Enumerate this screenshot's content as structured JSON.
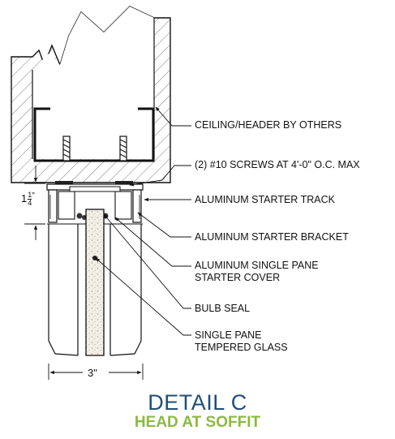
{
  "colors": {
    "line": "#111111",
    "title": "#1f4e79",
    "subtitle": "#8cba3e",
    "glass_fill": "#f5f0e6"
  },
  "callouts": [
    {
      "text": "CEILING/HEADER BY OTHERS"
    },
    {
      "text": "(2) #10 SCREWS AT 4'-0\" O.C. MAX"
    },
    {
      "text": "ALUMINUM STARTER TRACK"
    },
    {
      "text": "ALUMINUM STARTER BRACKET"
    },
    {
      "text": "ALUMINUM SINGLE PANE\nSTARTER COVER"
    },
    {
      "text": "BULB SEAL"
    },
    {
      "text": "SINGLE PANE\nTEMPERED GLASS"
    }
  ],
  "dimensions": {
    "height": {
      "whole": "1",
      "num": "1",
      "den": "4",
      "unit": "\""
    },
    "width": "3\""
  },
  "title": "DETAIL C",
  "subtitle": "HEAD AT SOFFIT"
}
